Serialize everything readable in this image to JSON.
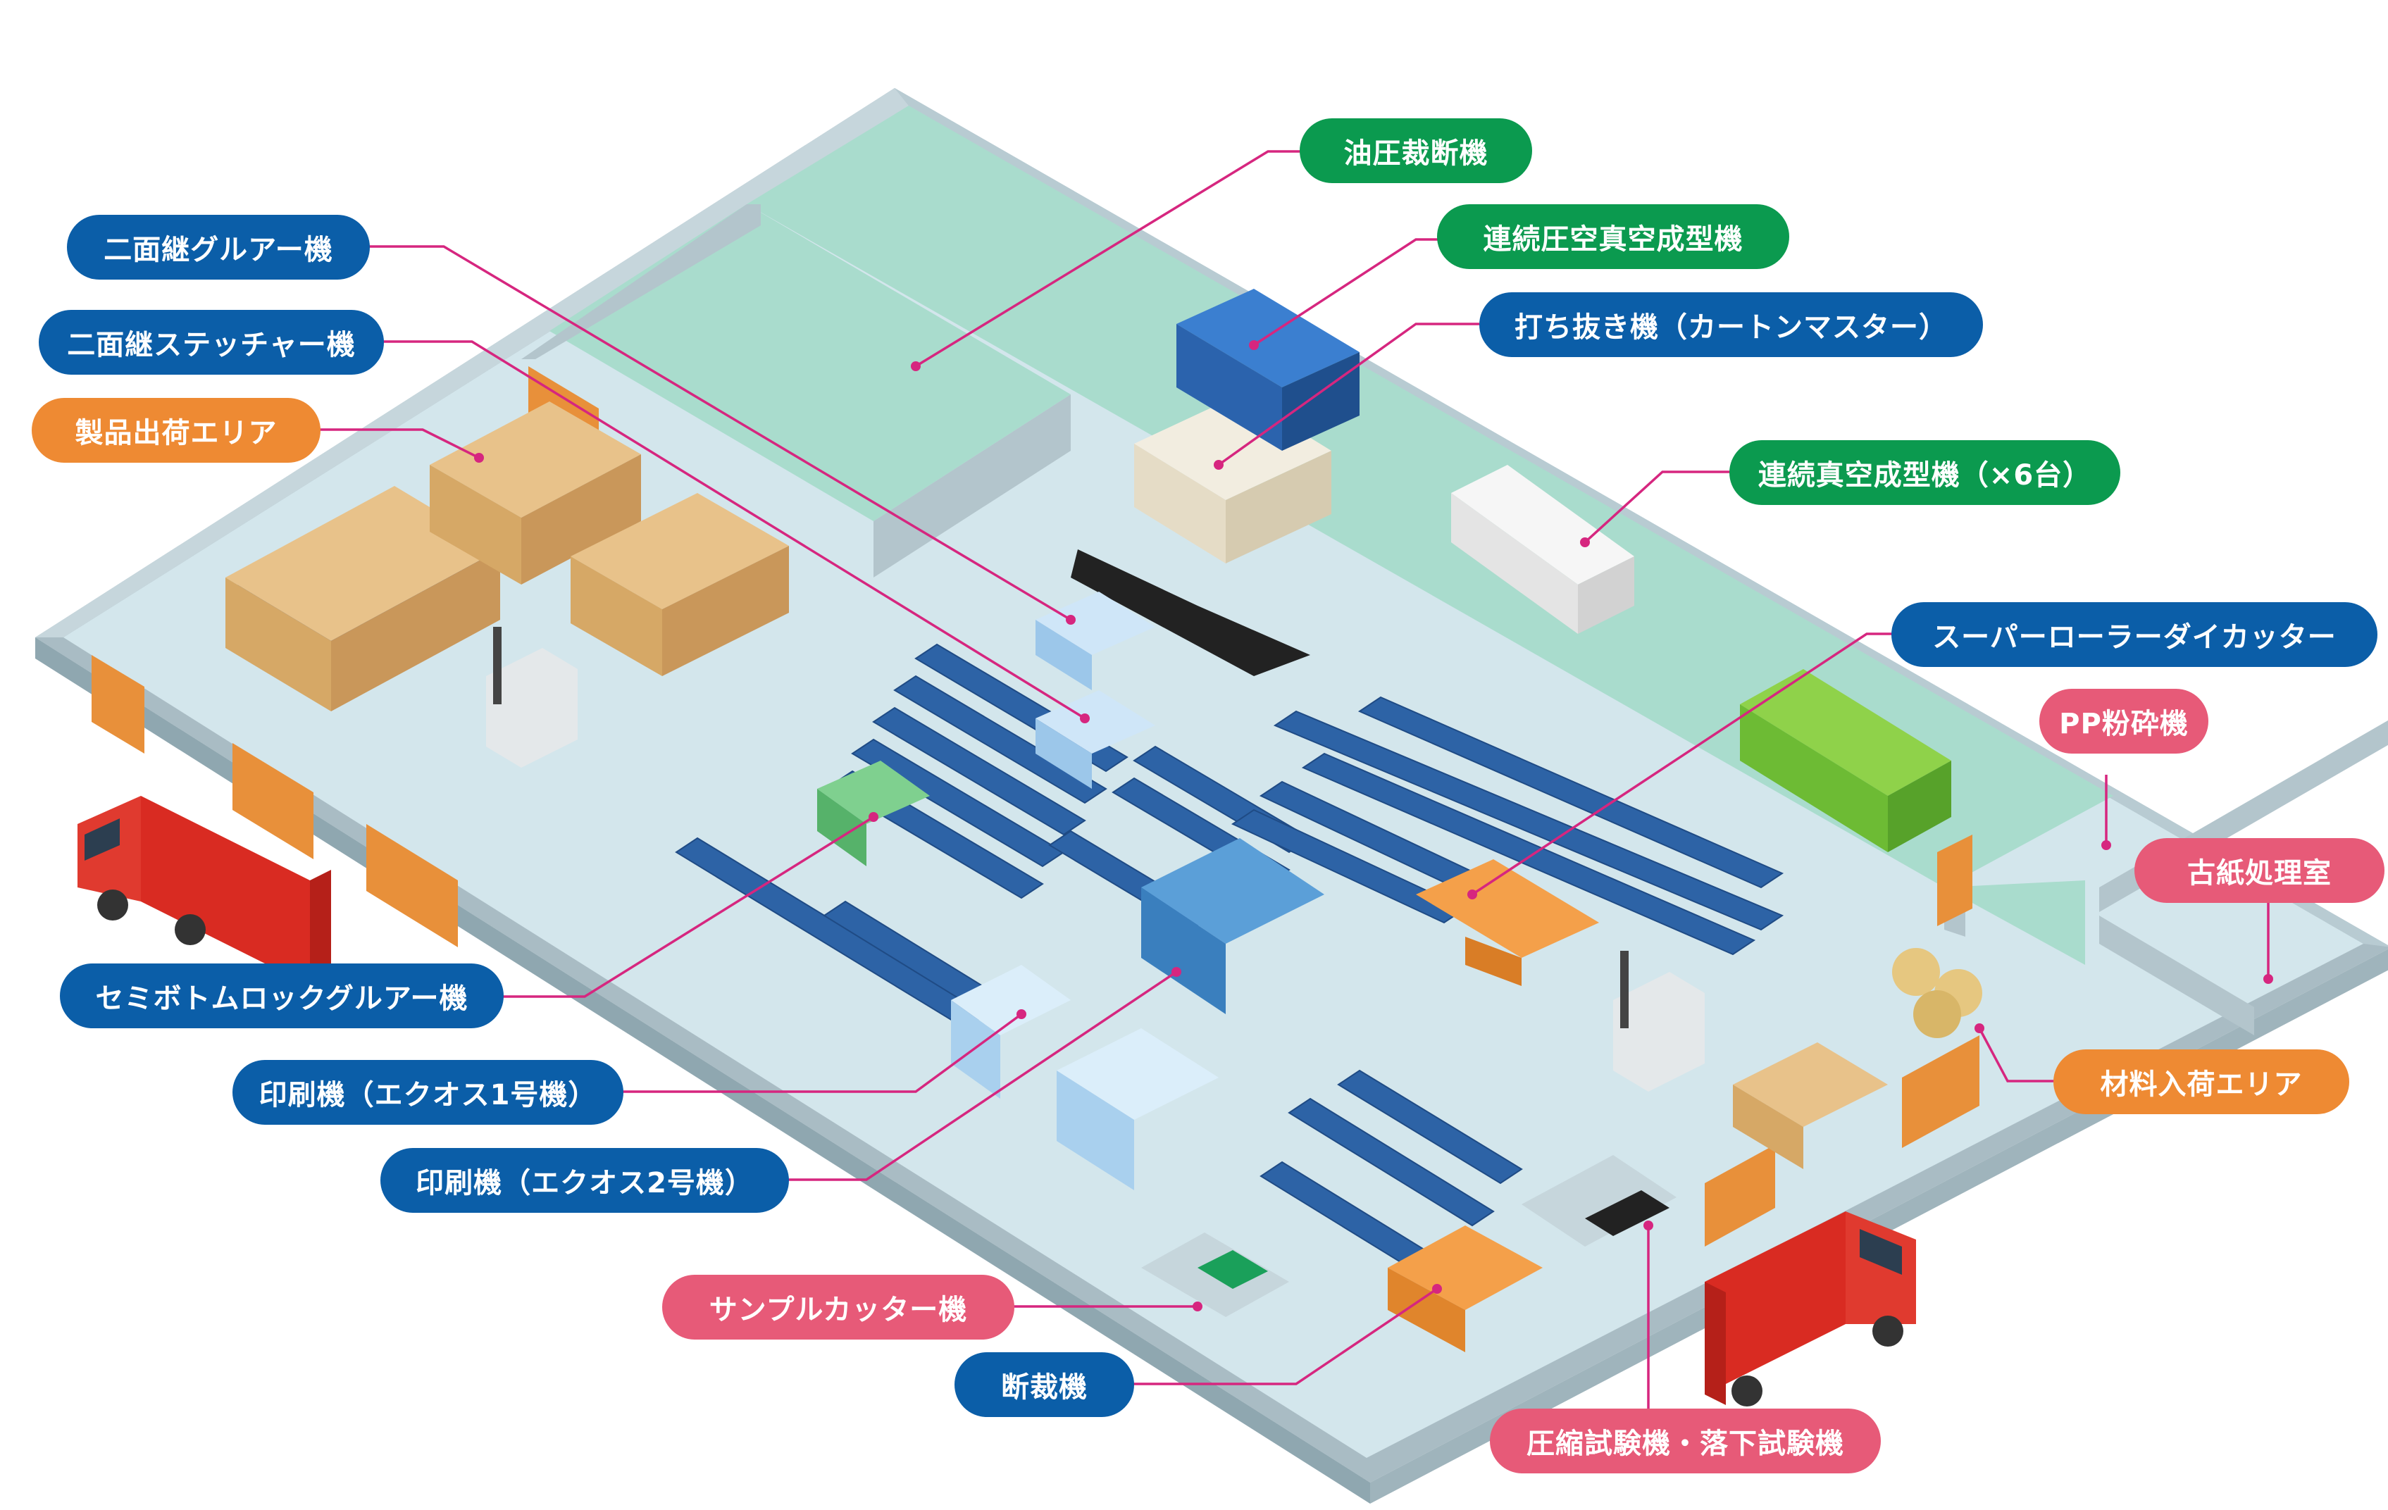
{
  "labels": {
    "hydraulic_cutter": "油圧裁断機",
    "double_glue": "二面継グルアー機",
    "continuous_pressure_vacuum": "連続圧空真空成型機",
    "die_cut_carton_master": "打ち抜き機（カートンマスター）",
    "double_stitcher": "二面継ステッチャー機",
    "product_shipping": "製品出荷エリア",
    "continuous_vacuum_x6": "連続真空成型機（×6台）",
    "super_roller_die_cutter": "スーパーローラーダイカッター",
    "pp_crusher": "PP粉砕機",
    "waste_paper_room": "古紙処理室",
    "semi_bottom_lock_gluer": "セミボトムロックグルアー機",
    "printer_1": "印刷機（エクオス1号機）",
    "material_receiving": "材料入荷エリア",
    "printer_2": "印刷機（エクオス2号機）",
    "sample_cutter": "サンプルカッター機",
    "guillotine": "断裁機",
    "compression_drop_test": "圧縮試験機・落下試験機"
  },
  "colors": {
    "blue_label": "#0b5ea8",
    "green_label": "#0b9a4f",
    "orange_label": "#ee8a33",
    "pink_label": "#e75a78",
    "leader_line": "#d6267f",
    "floor": "#d3e6ec",
    "mint_zone": "#a9dccd",
    "wall": "#b3c5cc",
    "truck_red": "#d92b22",
    "dock_door": "#e8903a"
  }
}
